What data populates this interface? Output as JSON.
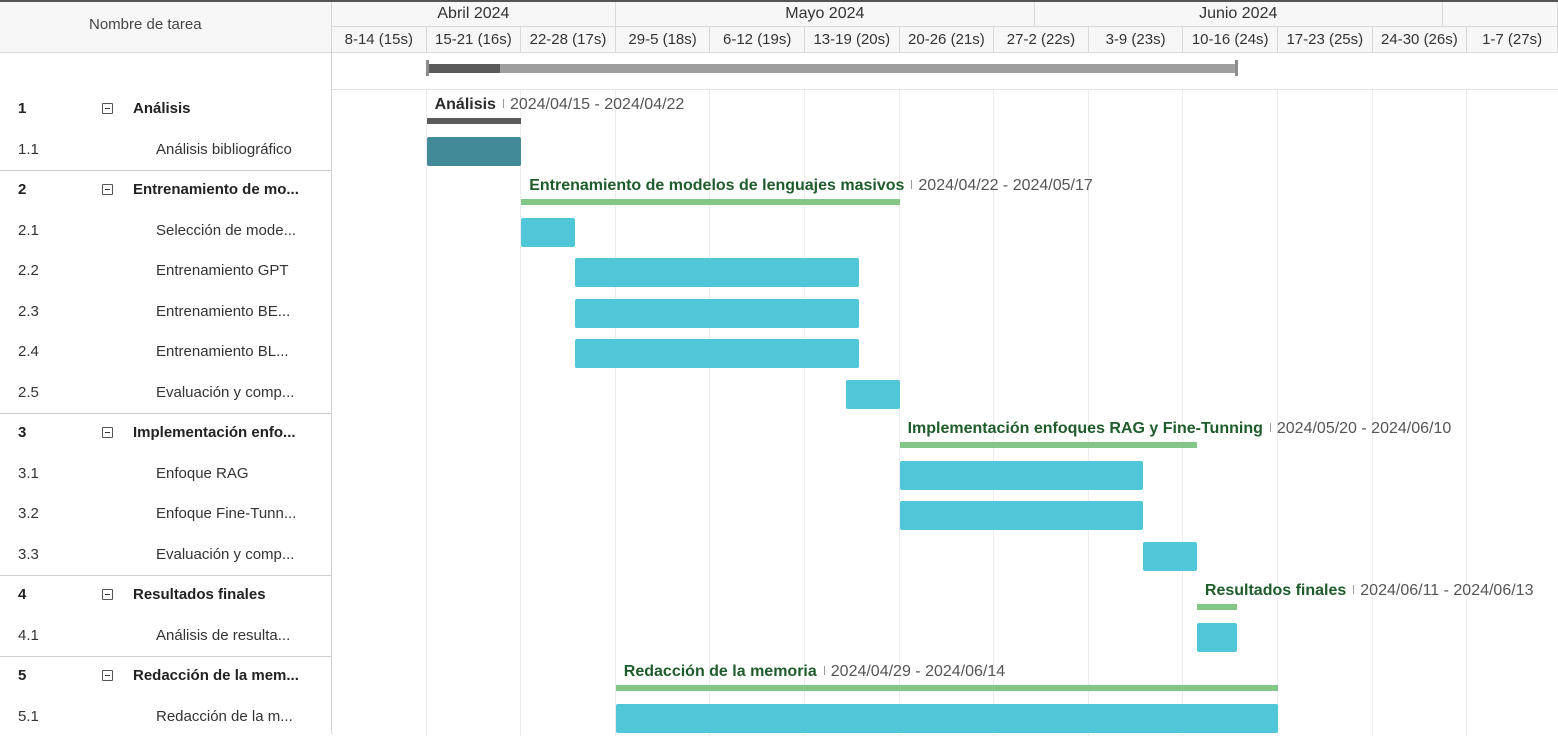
{
  "task_list": {
    "header": "Nombre de tarea",
    "rows": [
      {
        "id": "1",
        "name": "Análisis",
        "group": true,
        "sep": true,
        "name_key": "analisis"
      },
      {
        "id": "1.1",
        "name": "Análisis bibliográfico",
        "group": false,
        "name_key": "analisis-bibliografico"
      },
      {
        "id": "2",
        "name": "Entrenamiento de mo...",
        "group": true,
        "sep": true,
        "name_key": "entrenamiento"
      },
      {
        "id": "2.1",
        "name": "Selección de mode...",
        "group": false,
        "name_key": "seleccion-modelos"
      },
      {
        "id": "2.2",
        "name": "Entrenamiento GPT",
        "group": false,
        "name_key": "entrenamiento-gpt"
      },
      {
        "id": "2.3",
        "name": "Entrenamiento BE...",
        "group": false,
        "name_key": "entrenamiento-bert"
      },
      {
        "id": "2.4",
        "name": "Entrenamiento BL...",
        "group": false,
        "name_key": "entrenamiento-bloom"
      },
      {
        "id": "2.5",
        "name": "Evaluación y comp...",
        "group": false,
        "name_key": "evaluacion-entrenamiento"
      },
      {
        "id": "3",
        "name": "Implementación enfo...",
        "group": true,
        "sep": true,
        "name_key": "implementacion"
      },
      {
        "id": "3.1",
        "name": "Enfoque RAG",
        "group": false,
        "name_key": "enfoque-rag"
      },
      {
        "id": "3.2",
        "name": "Enfoque Fine-Tunn...",
        "group": false,
        "name_key": "enfoque-fine-tunning"
      },
      {
        "id": "3.3",
        "name": "Evaluación y comp...",
        "group": false,
        "name_key": "evaluacion-implementacion"
      },
      {
        "id": "4",
        "name": "Resultados finales",
        "group": true,
        "sep": true,
        "name_key": "resultados-finales"
      },
      {
        "id": "4.1",
        "name": "Análisis de resulta...",
        "group": false,
        "name_key": "analisis-resultados"
      },
      {
        "id": "5",
        "name": "Redacción de la mem...",
        "group": true,
        "sep": true,
        "name_key": "redaccion"
      },
      {
        "id": "5.1",
        "name": "Redacción de la m...",
        "group": false,
        "name_key": "redaccion-memoria"
      }
    ]
  },
  "timeline": {
    "months": [
      {
        "label": "Abril 2024",
        "weeks": 3
      },
      {
        "label": "Mayo 2024",
        "weeks": 4.43
      },
      {
        "label": "Junio 2024",
        "weeks": 4.31
      },
      {
        "label": "",
        "weeks": 1.26
      }
    ],
    "weeks": [
      "8-14 (15s)",
      "15-21 (16s)",
      "22-28 (17s)",
      "29-5 (18s)",
      "6-12 (19s)",
      "13-19 (20s)",
      "20-26 (21s)",
      "27-2 (22s)",
      "3-9 (23s)",
      "10-16 (24s)",
      "17-23 (25s)",
      "24-30 (26s)",
      "1-7 (27s)"
    ],
    "first_week_start": "2024-04-08",
    "project_range": {
      "start": "2024-04-15",
      "end": "2024-06-14",
      "progress": 0.09
    },
    "groups": [
      {
        "row": 0,
        "name": "Análisis",
        "dates": "2024/04/15 - 2024/04/22",
        "start": "2024-04-15",
        "end": "2024-04-22",
        "dark": true
      },
      {
        "row": 2,
        "name": "Entrenamiento de modelos de lenguajes masivos",
        "dates": "2024/04/22 - 2024/05/17",
        "start": "2024-04-22",
        "end": "2024-05-20"
      },
      {
        "row": 8,
        "name": "Implementación enfoques RAG y Fine-Tunning",
        "dates": "2024/05/20 - 2024/06/10",
        "start": "2024-05-20",
        "end": "2024-06-11"
      },
      {
        "row": 12,
        "name": "Resultados finales",
        "dates": "2024/06/11 - 2024/06/13",
        "start": "2024-06-11",
        "end": "2024-06-14"
      },
      {
        "row": 14,
        "name": "Redacción de la memoria",
        "dates": "2024/04/29 - 2024/06/14",
        "start": "2024-04-29",
        "end": "2024-06-17"
      }
    ],
    "tasks": [
      {
        "row": 1,
        "start": "2024-04-15",
        "end": "2024-04-22",
        "color": "#438a99"
      },
      {
        "row": 3,
        "start": "2024-04-22",
        "end": "2024-04-26",
        "color": "#4fc7d8"
      },
      {
        "row": 4,
        "start": "2024-04-26",
        "end": "2024-05-17",
        "color": "#4fc7d8"
      },
      {
        "row": 5,
        "start": "2024-04-26",
        "end": "2024-05-17",
        "color": "#4fc7d8"
      },
      {
        "row": 6,
        "start": "2024-04-26",
        "end": "2024-05-17",
        "color": "#4fc7d8"
      },
      {
        "row": 7,
        "start": "2024-05-16",
        "end": "2024-05-20",
        "color": "#4fc7d8"
      },
      {
        "row": 9,
        "start": "2024-05-20",
        "end": "2024-06-07",
        "color": "#4fc7d8"
      },
      {
        "row": 10,
        "start": "2024-05-20",
        "end": "2024-06-07",
        "color": "#4fc7d8"
      },
      {
        "row": 11,
        "start": "2024-06-07",
        "end": "2024-06-11",
        "color": "#4fc7d8"
      },
      {
        "row": 13,
        "start": "2024-06-11",
        "end": "2024-06-14",
        "color": "#4fc7d8"
      },
      {
        "row": 15,
        "start": "2024-04-29",
        "end": "2024-06-17",
        "color": "#4fc7d8"
      }
    ]
  },
  "colors": {
    "group_bar": "#82c785",
    "group_bar_dark": "#5a5a5a",
    "group_label": "#1f5c2b",
    "group_label_dark": "#2b2b2b",
    "dates_text": "#555555"
  }
}
